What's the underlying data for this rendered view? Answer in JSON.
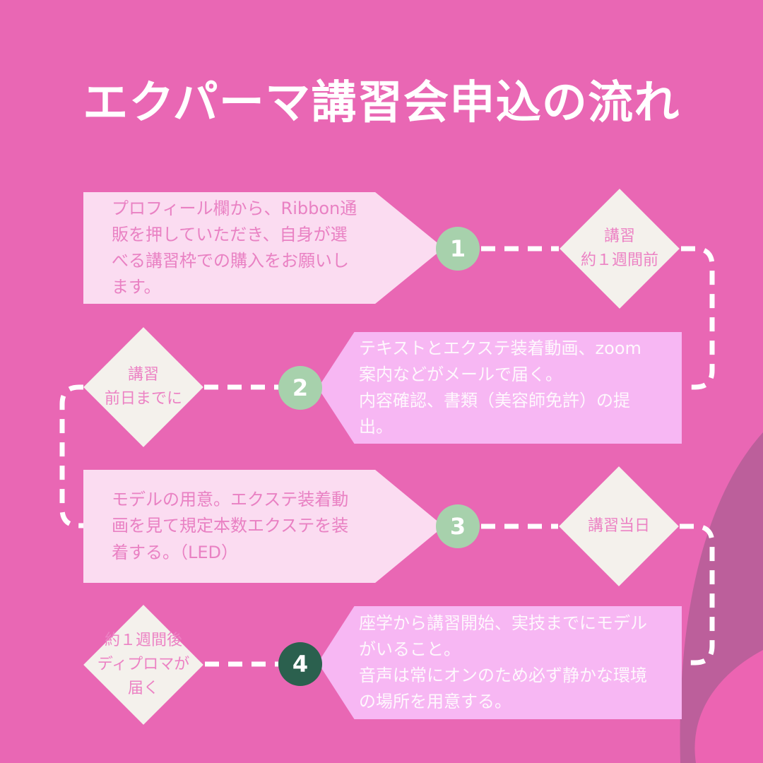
{
  "title": "エクパーマ講習会申込の流れ",
  "steps": [
    {
      "number": "1",
      "description": "プロフィール欄から、Ribbon通販を押していただき、自身が選べる講習枠での購入をお願いします。",
      "milestone": "講習\n約１週間前",
      "circle_color": "light-green"
    },
    {
      "number": "2",
      "description": "テキストとエクステ装着動画、zoom案内などがメールで届く。\n内容確認、書類（美容師免許）の提出。",
      "milestone": "講習\n前日までに",
      "circle_color": "light-green"
    },
    {
      "number": "3",
      "description": "モデルの用意。エクステ装着動画を見て規定本数エクステを装着する。（LED）",
      "milestone": "講習当日",
      "circle_color": "light-green"
    },
    {
      "number": "4",
      "description": "座学から講習開始、実技までにモデルがいること。\n音声は常にオンのため必ず静かな環境の場所を用意する。",
      "milestone": "約１週間後\nディプロマが\n届く",
      "circle_color": "dark-green"
    }
  ],
  "colors": {
    "background": "#e967b4",
    "swoosh_dark": "#bc5f9b",
    "swoosh_corner": "#ec64b2",
    "box_light_pink": "#fbdcf1",
    "box_orchid": "#f7b7f3",
    "diamond_fill": "#f4f1ec",
    "text_pink": "#e981c3",
    "text_white": "#ffffff",
    "circle_light_green": "#a7d1ac",
    "circle_dark_green": "#2b604e",
    "connector": "#ffffff"
  }
}
